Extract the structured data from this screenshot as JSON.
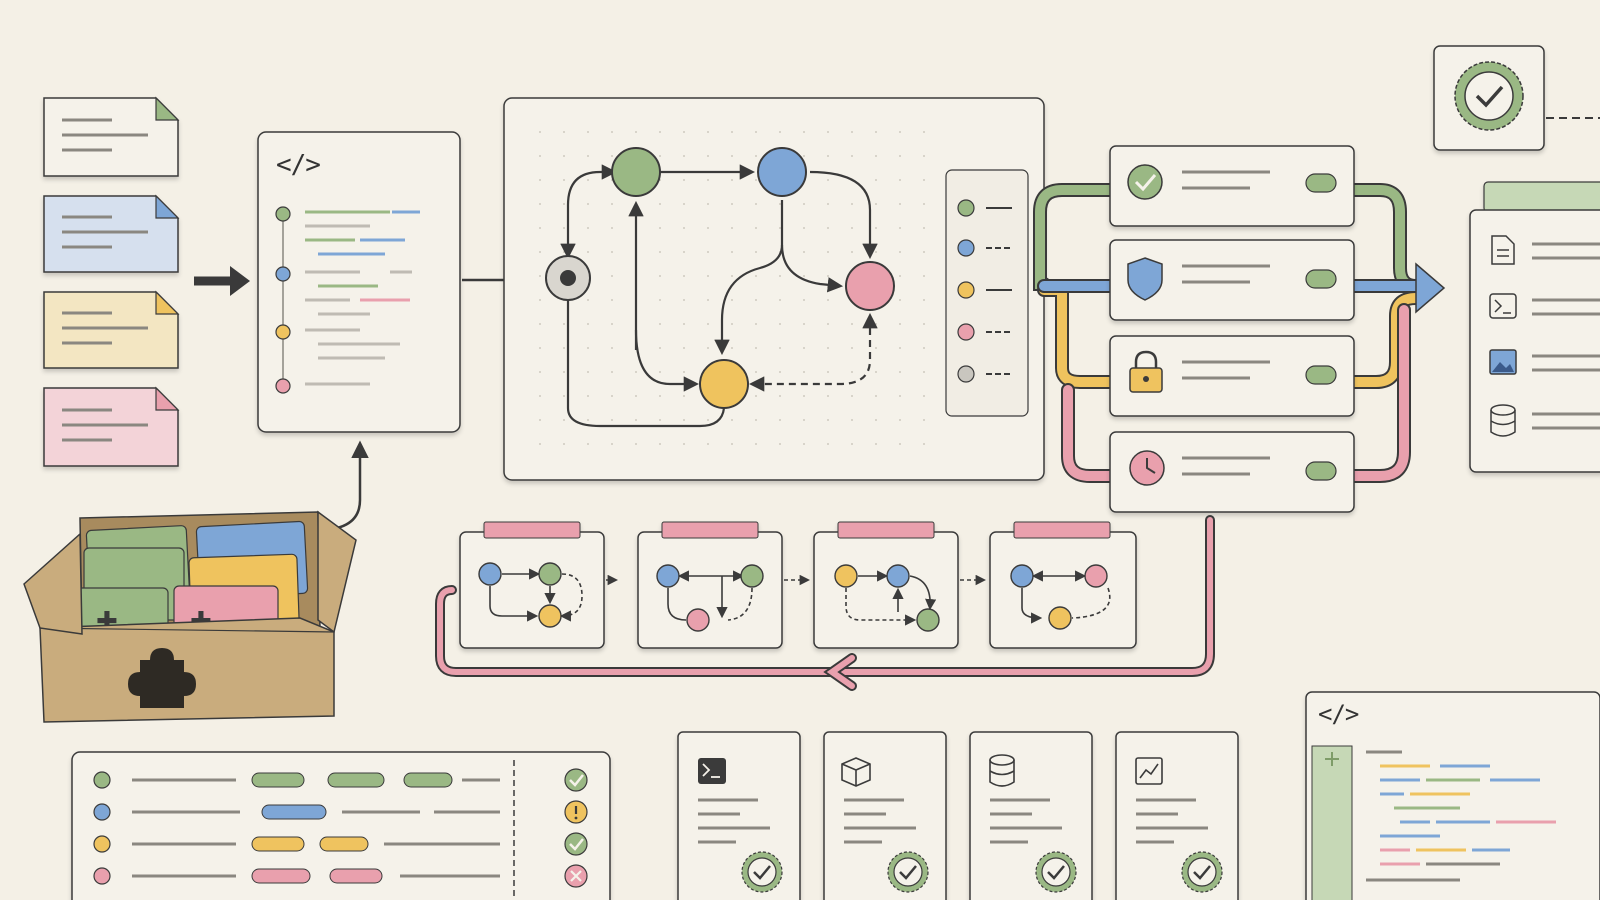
{
  "code_symbol": "</>",
  "colors": {
    "background": "#f4f0e6",
    "card": "#f5f2ea",
    "stroke": "#3a3a3a",
    "green": "#9ab884",
    "blue": "#7ea6d6",
    "yellow": "#efc35e",
    "pink": "#e9a0ad",
    "gray": "#c9c6bf",
    "box_brown": "#c9ac7d"
  },
  "input_documents": [
    {
      "color": "#f5f2ea",
      "icon": "document-icon"
    },
    {
      "color": "#d6e0ee",
      "icon": "document-icon"
    },
    {
      "color": "#f3e6c2",
      "icon": "document-icon"
    },
    {
      "color": "#f3d3d8",
      "icon": "document-icon"
    }
  ],
  "graph_nodes": [
    "gray",
    "green",
    "blue",
    "pink",
    "yellow"
  ],
  "legend_items": [
    "green",
    "blue",
    "yellow",
    "pink",
    "gray"
  ],
  "checks": [
    {
      "icon": "check-circle-icon",
      "color": "#9ab884"
    },
    {
      "icon": "shield-icon",
      "color": "#7ea6d6"
    },
    {
      "icon": "lock-icon",
      "color": "#efc35e"
    },
    {
      "icon": "clock-icon",
      "color": "#e9a0ad"
    }
  ],
  "output_icons": [
    "document-icon",
    "terminal-icon",
    "image-icon",
    "database-icon"
  ],
  "bottom_cards": [
    "terminal-icon",
    "cube-icon",
    "database-icon",
    "chart-icon"
  ],
  "table_rows": [
    {
      "color": "#9ab884",
      "status": "check-icon"
    },
    {
      "color": "#7ea6d6",
      "status": "warning-icon"
    },
    {
      "color": "#efc35e",
      "status": "check-icon"
    },
    {
      "color": "#e9a0ad",
      "status": "error-icon"
    }
  ]
}
